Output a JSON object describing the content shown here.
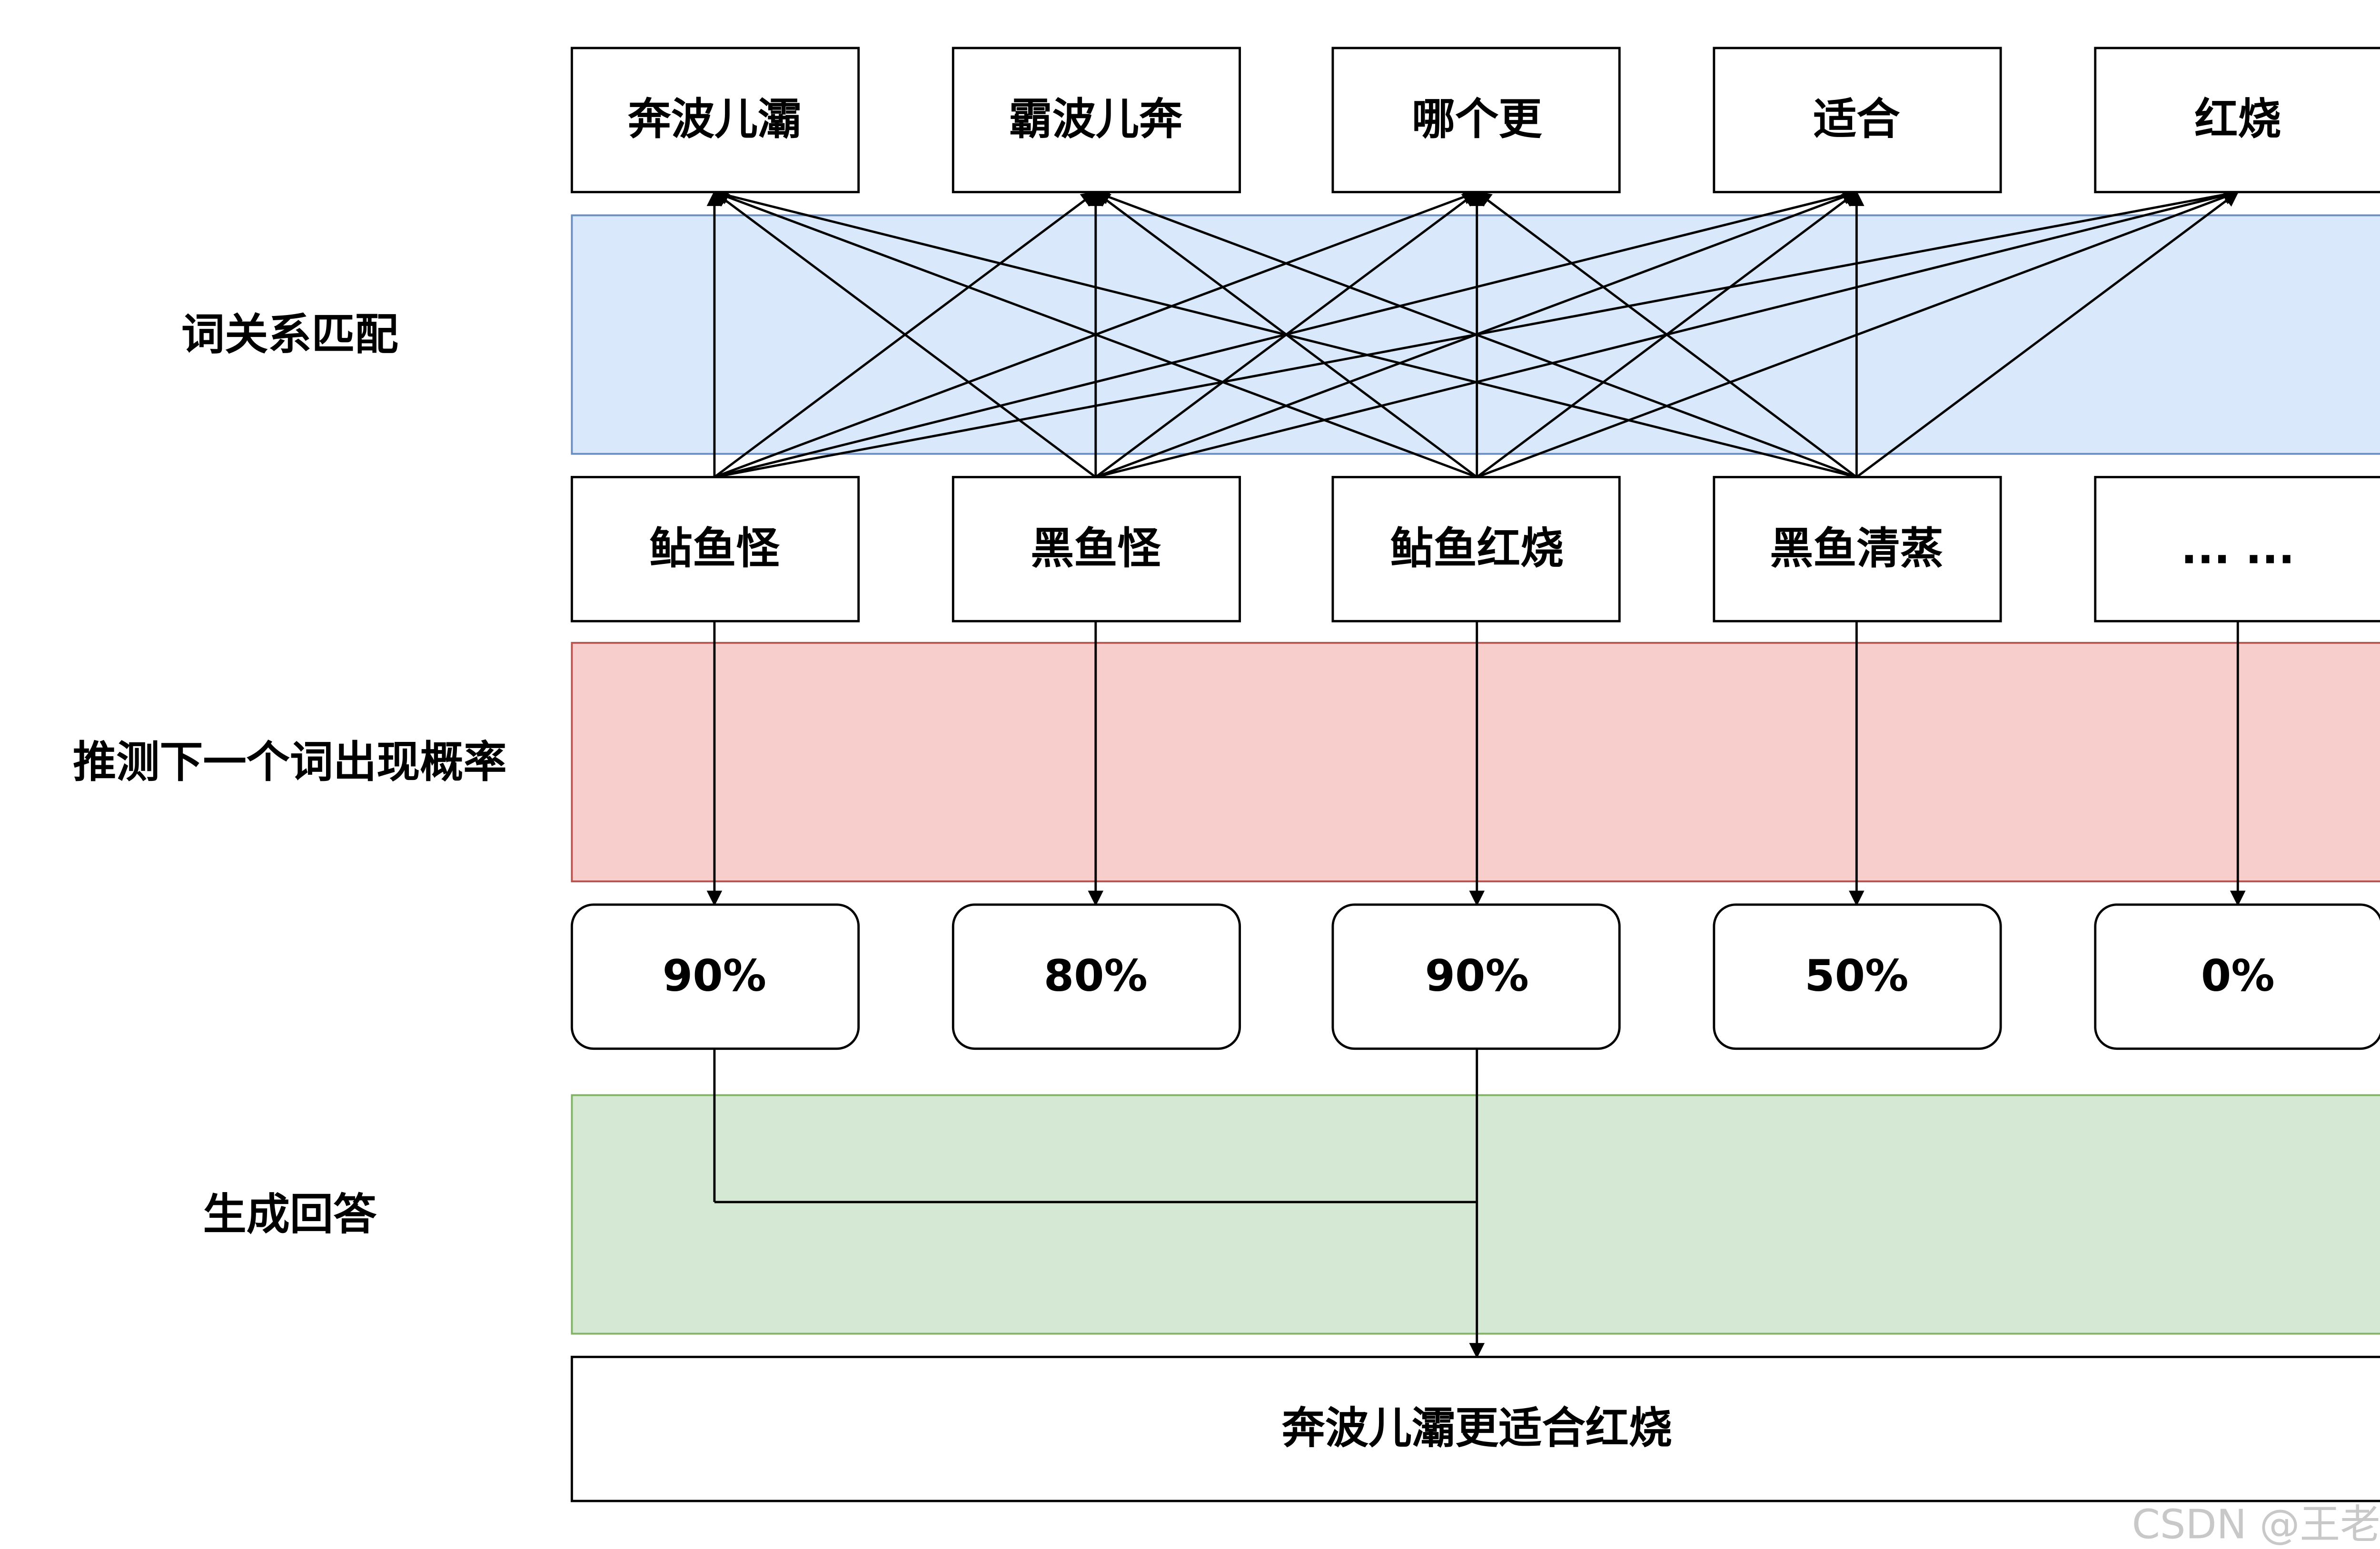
{
  "bands": [
    {
      "label": "词关系匹配",
      "fill": "#dae8fc",
      "stroke": "#6c8ebf"
    },
    {
      "label": "推测下一个词出现概率",
      "fill": "#f8cecc",
      "stroke": "#b85450"
    },
    {
      "label": "生成回答",
      "fill": "#d5e8d4",
      "stroke": "#82b366"
    }
  ],
  "query_words": [
    "奔波儿灞",
    "霸波儿奔",
    "哪个更",
    "适合",
    "红烧"
  ],
  "candidates": [
    "鲇鱼怪",
    "黑鱼怪",
    "鲇鱼红烧",
    "黑鱼清蒸",
    "... ..."
  ],
  "probabilities": [
    "90%",
    "80%",
    "90%",
    "50%",
    "0%"
  ],
  "answer": "奔波儿灞更适合红烧",
  "watermark": "CSDN @王老桔",
  "colors": {
    "line": "#000000",
    "box_stroke": "#000000",
    "box_fill": "#ffffff",
    "watermark": "#c8c8c8"
  }
}
